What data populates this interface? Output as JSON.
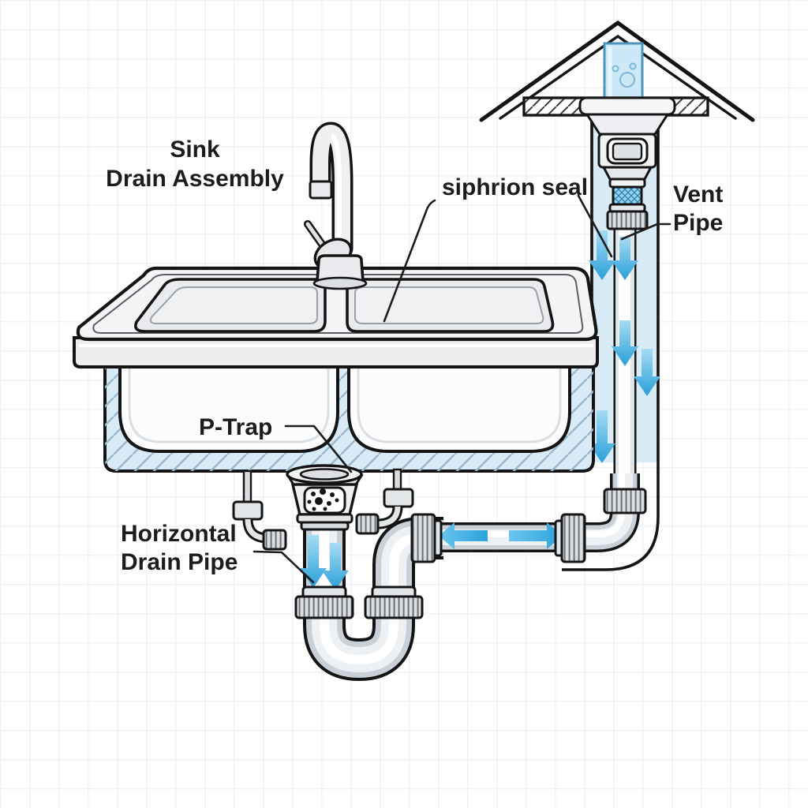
{
  "diagram": {
    "title_line1": "Sink",
    "title_line2": "Drain Assembly",
    "labels": {
      "siphon_seal": "siphrion seal",
      "vent_line1": "Vent",
      "vent_line2": "Pipe",
      "p_trap": "P-Trap",
      "horizontal_line1": "Horizontal",
      "horizontal_line2": "Drain Pipe"
    },
    "colors": {
      "outline_black": "#141414",
      "flow_arrow_blue": "#3ab2e8",
      "cavity_fill_blue": "#d8ebf7",
      "hatch_line_blue": "#9cb9cd",
      "vent_stack_blue": "#cde9f8",
      "mesh_blue": "#9fd4ef",
      "metal_light": "#f1f3f5",
      "metal_shadow": "#c9d0d7"
    }
  }
}
